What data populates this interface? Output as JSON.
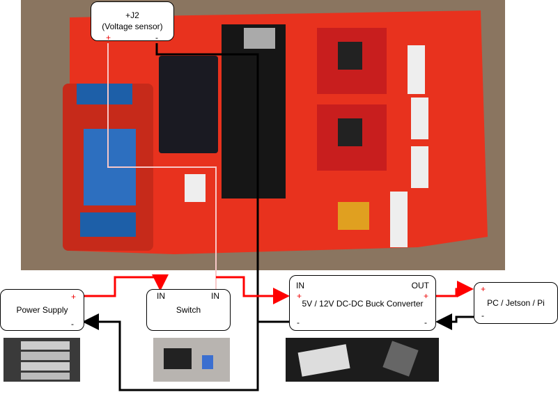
{
  "nodes": {
    "j2": {
      "title": "+J2",
      "subtitle": "(Voltage sensor)",
      "plus": "+",
      "minus": "-"
    },
    "power_supply": {
      "label": "Power Supply",
      "plus": "+",
      "minus": "-"
    },
    "switch": {
      "label": "Switch",
      "in1": "IN",
      "in2": "IN"
    },
    "buck": {
      "label": "5V / 12V DC-DC Buck Converter",
      "in": "IN",
      "out": "OUT",
      "plus_in": "+",
      "plus_out": "+",
      "minus_in": "-",
      "minus_out": "-"
    },
    "pc": {
      "label": "PC / Jetson / Pi",
      "plus": "+",
      "minus": "-"
    }
  },
  "colors": {
    "positive_wire": "#ff0000",
    "negative_wire": "#000000",
    "sense_wire": "#f8c8c8",
    "pcb": "#e8321e"
  }
}
